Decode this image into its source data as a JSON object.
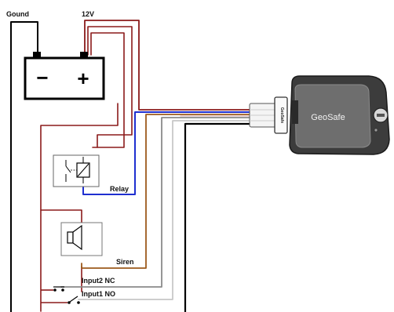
{
  "labels": {
    "ground": "Gound",
    "v12": "12V",
    "relay": "Relay",
    "siren": "Siren",
    "input2": "Input2 NC",
    "input1": "Input1 NO"
  },
  "battery": {
    "minus": "−",
    "plus": "+"
  },
  "device": {
    "brand": "GeoSafe",
    "side_label": "GeoSafe"
  },
  "colors": {
    "ground_wire": "#000000",
    "power_wire": "#8b1a1a",
    "relay_wire": "#1f2fd0",
    "siren_wire": "#9c5a1c",
    "input2_wire": "#8a8a8a",
    "input1_wire": "#c8c8c8",
    "device_body": "#3c3c3c",
    "device_face": "#6e6e6e"
  }
}
